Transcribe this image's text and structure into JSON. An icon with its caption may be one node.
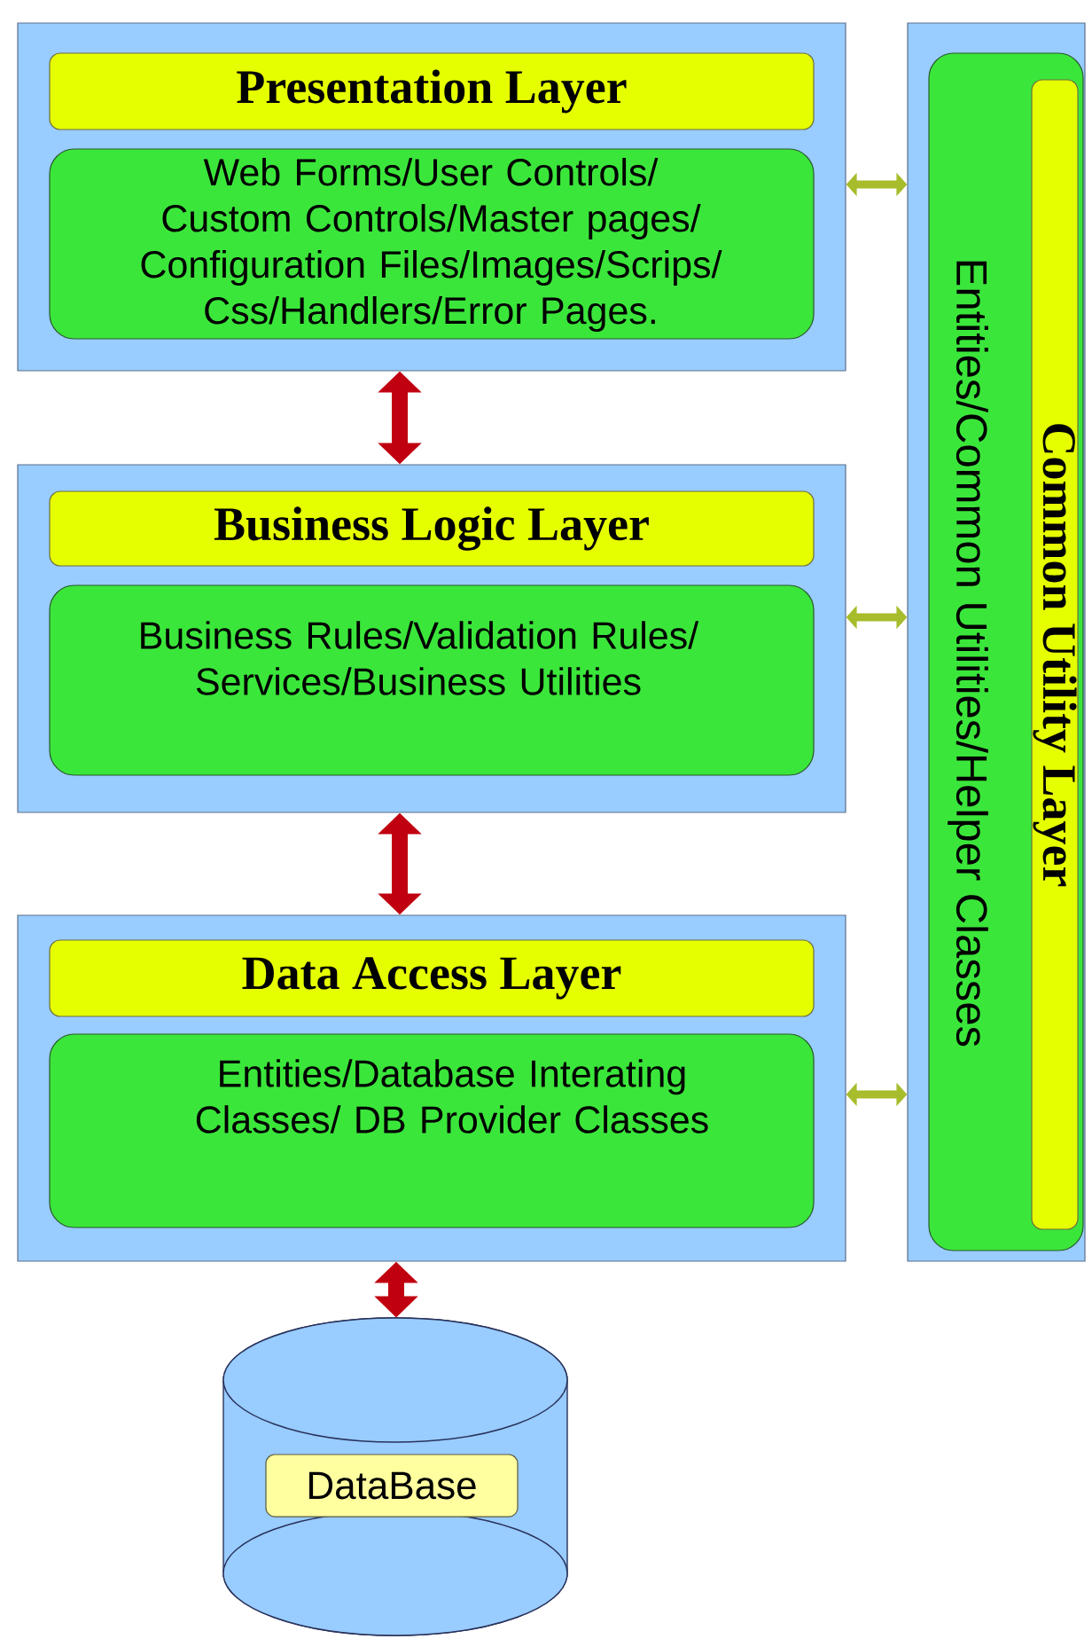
{
  "diagram": {
    "nodes": [
      {
        "text": [],
        "shape": "box"
      },
      {
        "text": [
          "Presentation Layer"
        ],
        "in": 0
      },
      {
        "text": [
          "Web Forms/User Controls/ Custom Controls/Master pages/ Configuration Files/Images/Scrips/ Css/Handlers/Error Pages."
        ],
        "in": 0
      },
      {
        "text": [],
        "shape": "box"
      },
      {
        "text": [
          "Business Logic Layer"
        ],
        "in": 3
      },
      {
        "text": [
          "Business Rules/Validation Rules/ Services/Business Utilities"
        ],
        "in": 3
      },
      {
        "text": [],
        "shape": "box"
      },
      {
        "text": [
          "Data Access Layer"
        ],
        "in": 6
      },
      {
        "text": [
          "Entities/Database Interating Classes/ DB Provider Classes"
        ],
        "in": 6
      },
      {
        "text": [],
        "shape": "box"
      },
      {
        "text": [
          "Entities/Common Utilities/Helper Classes"
        ],
        "in": 9
      },
      {
        "text": [
          "Common Utility Layer"
        ],
        "in": 10
      },
      {
        "text": [],
        "shape": "cylinder"
      },
      {
        "text": [
          "DataBase"
        ],
        "in": 12
      }
    ],
    "edges": [
      {
        "from": 0,
        "to": 3,
        "arrow": "both",
        "style": "thick",
        "color": "#c00010"
      },
      {
        "from": 3,
        "to": 6,
        "arrow": "both",
        "style": "thick",
        "color": "#c00010"
      },
      {
        "from": 6,
        "to": 12,
        "arrow": "both",
        "style": "thick",
        "color": "#c00010"
      },
      {
        "from": 0,
        "to": 9,
        "arrow": "both",
        "color": "#a8bc2c"
      },
      {
        "from": 3,
        "to": 9,
        "arrow": "both",
        "color": "#a8bc2c"
      },
      {
        "from": 6,
        "to": 9,
        "arrow": "both",
        "color": "#a8bc2c"
      }
    ]
  }
}
